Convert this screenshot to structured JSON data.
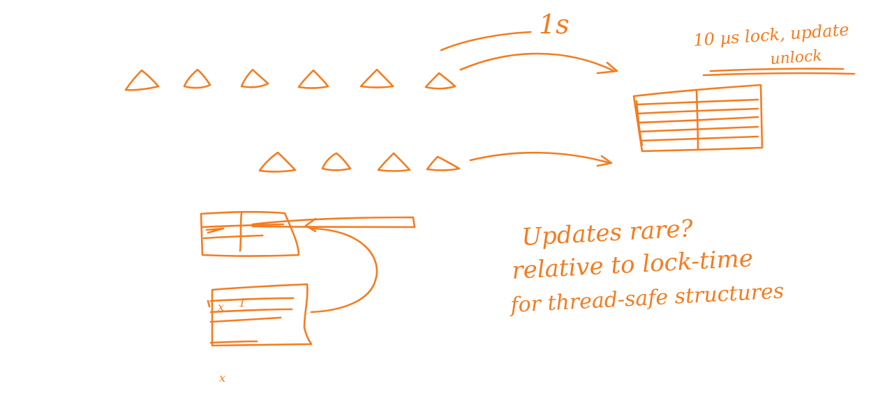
{
  "ink_color": "#f47c20",
  "background_color": "#ffffff",
  "annotations": {
    "one_second": "1s",
    "lock_note_line1": "10 µs lock, update",
    "lock_note_line2": "unlock",
    "x_marker_top": "x",
    "one_marker": "1",
    "x_marker_bottom": "x",
    "question_line1": "Updates rare?",
    "question_line2": "relative to lock-time",
    "question_line3": "for thread-safe structures"
  }
}
